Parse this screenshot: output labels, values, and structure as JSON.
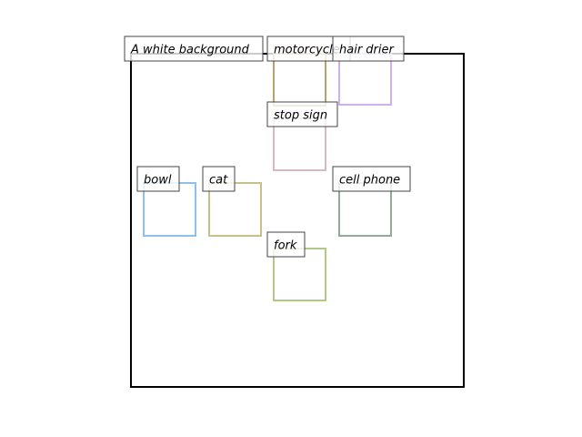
{
  "canvas": {
    "caption": "A white background",
    "border_color": "#000000"
  },
  "objects": [
    {
      "label": "motorcycle",
      "color": "#b8a070"
    },
    {
      "label": "hair drier",
      "color": "#cdb0ee"
    },
    {
      "label": "stop sign",
      "color": "#d8b8c4"
    },
    {
      "label": "bowl",
      "color": "#8fc0ea"
    },
    {
      "label": "cat",
      "color": "#c8c088"
    },
    {
      "label": "cell phone",
      "color": "#94a89c"
    },
    {
      "label": "fork",
      "color": "#b0c888"
    }
  ]
}
